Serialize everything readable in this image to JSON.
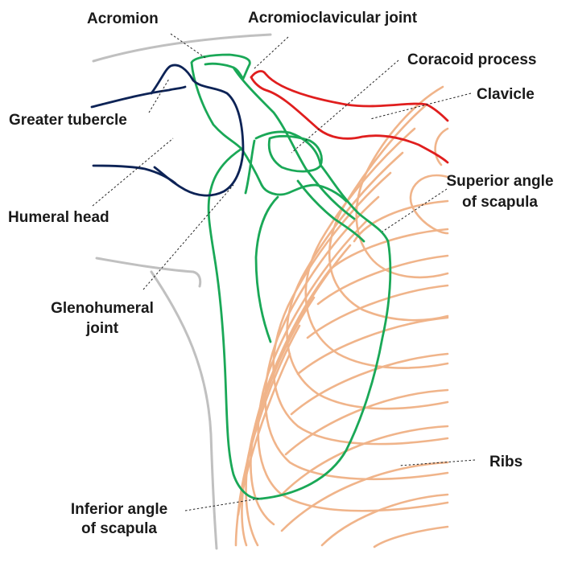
{
  "labels": {
    "acromion": "Acromion",
    "ac_joint": "Acromioclavicular joint",
    "coracoid": "Coracoid process",
    "clavicle": "Clavicle",
    "greater_tubercle": "Greater tubercle",
    "superior_angle_1": "Superior angle",
    "superior_angle_2": "of scapula",
    "humeral_head": "Humeral head",
    "glenohumeral_1": "Glenohumeral",
    "glenohumeral_2": "joint",
    "ribs": "Ribs",
    "inferior_angle_1": "Inferior angle",
    "inferior_angle_2": "of scapula"
  },
  "colors": {
    "scapula": "#1aa857",
    "humerus": "#0d2356",
    "clavicle": "#e01e1e",
    "ribs": "#f0b48a",
    "soft_tissue": "#c0c0c0",
    "text": "#1a1a1a"
  }
}
